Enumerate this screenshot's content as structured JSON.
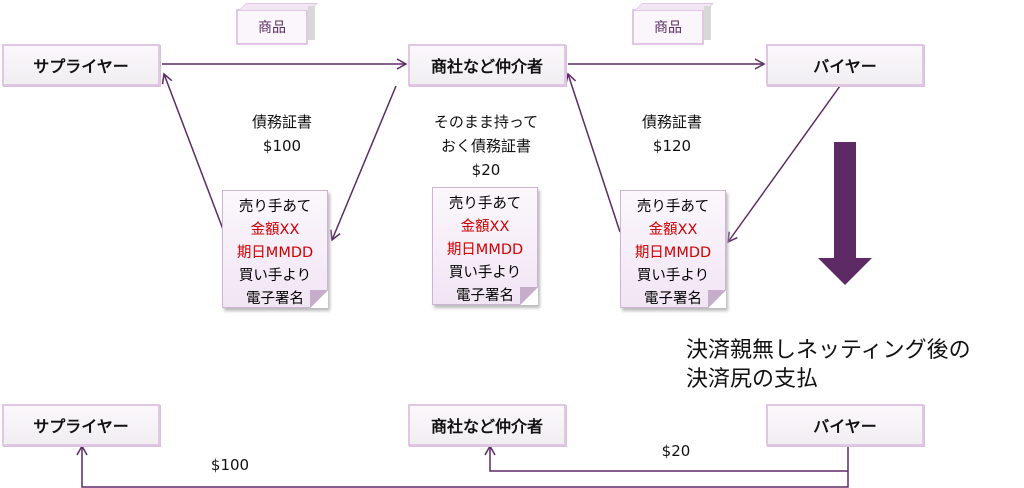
{
  "top": {
    "supplier": "サプライヤー",
    "broker": "商社など仲介者",
    "buyer": "バイヤー",
    "product1": "商品",
    "product2": "商品"
  },
  "labels": {
    "bond1": [
      "債務証書",
      "$100"
    ],
    "bond2": [
      "そのまま持って",
      "おく債務証書",
      "$20"
    ],
    "bond3": [
      "債務証書",
      "$120"
    ]
  },
  "note": {
    "line1": "売り手あて",
    "line2": "金額XX",
    "line3": "期日MMDD",
    "line4": "買い手より",
    "line5": "電子署名"
  },
  "heading": [
    "決済親無しネッティング後の",
    "決済尻の支払"
  ],
  "bottom": {
    "supplier": "サプライヤー",
    "broker": "商社など仲介者",
    "buyer": "バイヤー",
    "pay1": "$100",
    "pay2": "$20"
  },
  "colors": {
    "arrow": "#5e2a66",
    "box_border": "#e2c6e6",
    "red": "#d00000"
  }
}
